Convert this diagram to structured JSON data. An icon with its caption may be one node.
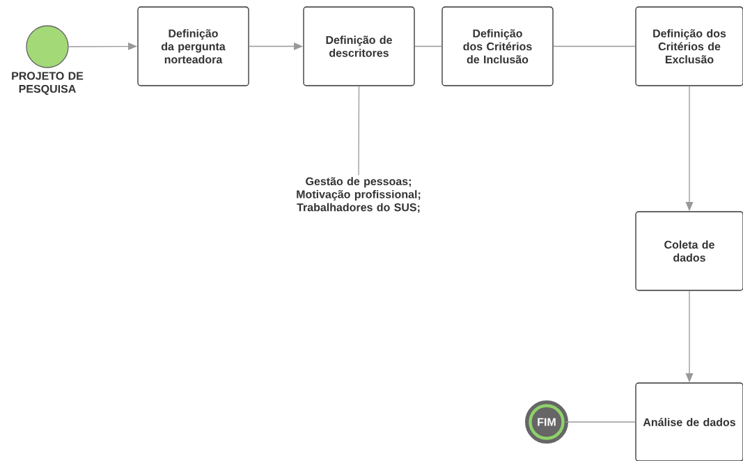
{
  "diagram": {
    "nodes": [
      {
        "text": [
          "PROJETO DE PESQUISA"
        ]
      },
      {
        "text": [
          "Definição da pergunta norteadora"
        ]
      },
      {
        "text": [
          "Definição de descritores"
        ]
      },
      {
        "text": [
          "Definição dos Critérios de Inclusão"
        ]
      },
      {
        "text": [
          "Definição dos Critérios de Exclusão"
        ]
      },
      {
        "text": [
          "Coleta de dados"
        ]
      },
      {
        "text": [
          "Análise de dados"
        ]
      },
      {
        "text": [
          "FIM"
        ]
      },
      {
        "text": [
          "Gestão de pessoas; Motivação profissional; Trabalhadores do SUS;"
        ]
      }
    ],
    "edges": [
      {
        "from": 0,
        "to": 1,
        "arrow": "to"
      },
      {
        "from": 1,
        "to": 2,
        "arrow": "to"
      },
      {
        "from": 2,
        "to": 3,
        "arrow": "none"
      },
      {
        "from": 3,
        "to": 4,
        "arrow": "none"
      },
      {
        "from": 4,
        "to": 5,
        "arrow": "to"
      },
      {
        "from": 5,
        "to": 6,
        "arrow": "to"
      },
      {
        "from": 6,
        "to": 7,
        "arrow": "none"
      },
      {
        "from": 2,
        "to": 8,
        "arrow": "none"
      }
    ]
  }
}
